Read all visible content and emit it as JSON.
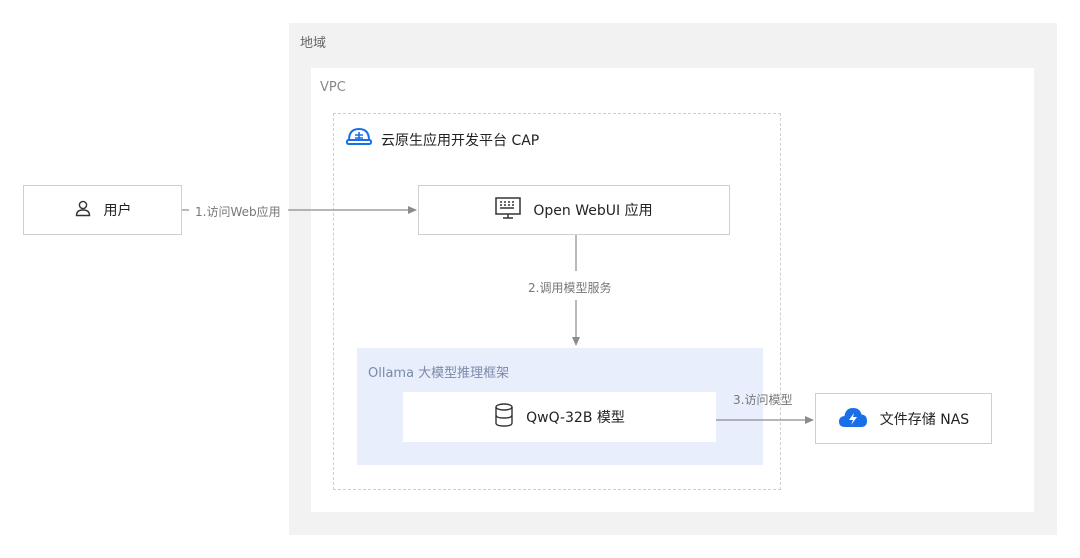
{
  "region": {
    "label": "地域"
  },
  "vpc": {
    "label": "VPC"
  },
  "cap": {
    "title": "云原生应用开发平台 CAP"
  },
  "nodes": {
    "user": "用户",
    "webui": "Open WebUI 应用",
    "model": "QwQ-32B 模型",
    "nas": "文件存储 NAS"
  },
  "ollama": {
    "label": "Ollama 大模型推理框架"
  },
  "edges": {
    "e1": "1.访问Web应用",
    "e2": "2.调用模型服务",
    "e3": "3.访问模型"
  },
  "colors": {
    "accent": "#1a6fe8",
    "line": "#8c8c8c",
    "ollama_bg": "#e9eefd"
  },
  "icons": [
    "user-icon",
    "cap-logo-icon",
    "monitor-icon",
    "database-icon",
    "cloud-nas-icon"
  ]
}
